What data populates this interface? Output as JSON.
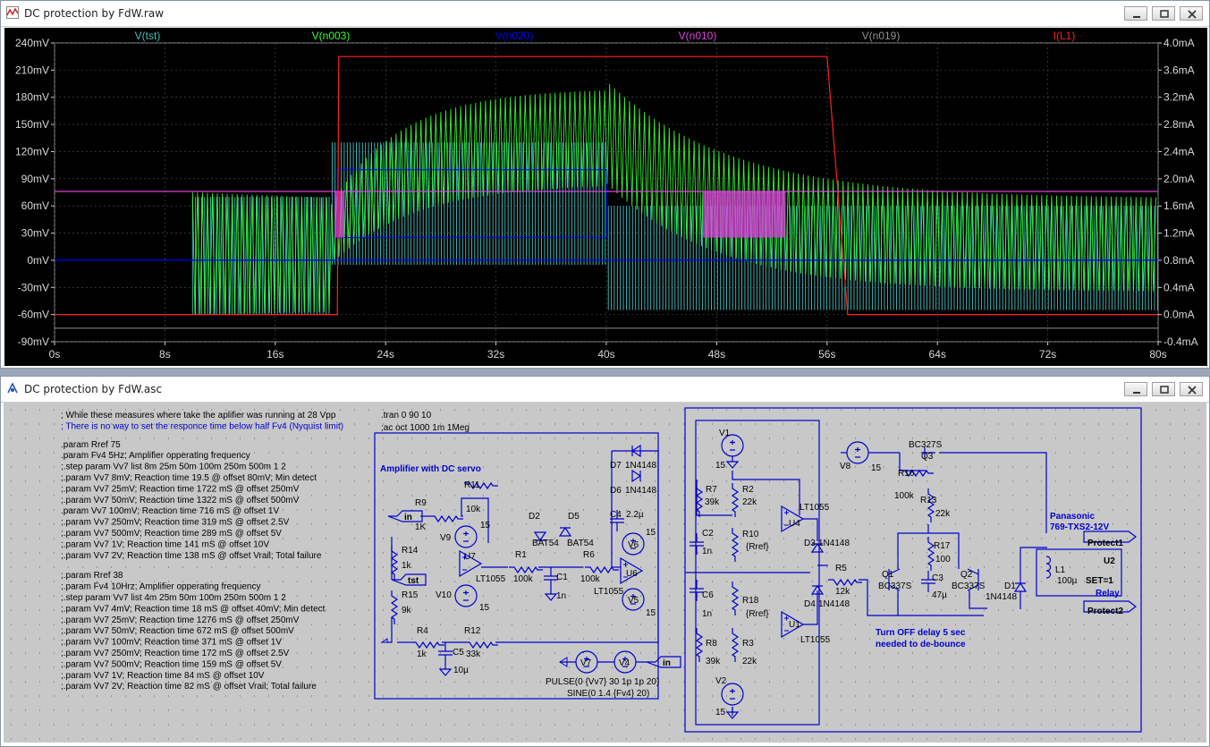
{
  "waveform_window": {
    "title": "DC protection by FdW.raw",
    "icon": "waveform-icon",
    "buttons": {
      "minimize": "minimize-icon",
      "restore": "restore-icon",
      "close": "close-icon"
    }
  },
  "schematic_window": {
    "title": "DC protection by FdW.asc",
    "icon": "schematic-icon",
    "buttons": {
      "minimize": "minimize-icon",
      "restore": "restore-icon",
      "close": "close-icon"
    }
  },
  "colors": {
    "plot_bg": "#000000",
    "grid": "#3a3a3a",
    "axis_text": "#d8d8d8",
    "schem_bg": "#c8c8c8",
    "wire": "#0000cc",
    "comment": "#000000",
    "directive": "#000088"
  },
  "chart_data": {
    "type": "line",
    "traces": [
      {
        "name": "V(tst)",
        "color": "#40c0c0"
      },
      {
        "name": "V(n003)",
        "color": "#30ff30"
      },
      {
        "name": "V(n020)",
        "color": "#0000ff"
      },
      {
        "name": "V(n010)",
        "color": "#e040e0"
      },
      {
        "name": "V(n019)",
        "color": "#909090"
      },
      {
        "name": "I(L1)",
        "color": "#ff2020"
      }
    ],
    "x_ticks": [
      "0s",
      "8s",
      "16s",
      "24s",
      "32s",
      "40s",
      "48s",
      "56s",
      "64s",
      "72s",
      "80s"
    ],
    "xlim": [
      0,
      80
    ],
    "y_left_ticks": [
      "240mV",
      "210mV",
      "180mV",
      "150mV",
      "120mV",
      "90mV",
      "60mV",
      "30mV",
      "0mV",
      "-30mV",
      "-60mV",
      "-90mV"
    ],
    "ylim_left": [
      -90,
      240
    ],
    "y_right_ticks": [
      "4.0mA",
      "3.6mA",
      "3.2mA",
      "2.8mA",
      "2.4mA",
      "2.0mA",
      "1.6mA",
      "1.2mA",
      "0.8mA",
      "0.4mA",
      "0.0mA",
      "-0.4mA"
    ],
    "ylim_right": [
      -0.4,
      4.0
    ],
    "series_data": {
      "I(L1)": {
        "x": [
          0,
          20.5,
          20.6,
          56,
          57.5,
          80
        ],
        "y": [
          0,
          0,
          3.8,
          3.8,
          0,
          0
        ]
      },
      "V(n010)": {
        "x": [
          0,
          80
        ],
        "y": [
          76,
          76
        ]
      },
      "V(n020)": {
        "x": [
          0,
          80
        ],
        "y": [
          0,
          0
        ]
      }
    }
  },
  "schematic": {
    "comments": [
      "; While these measures where take the aplifier was running at 28 Vpp",
      "; There is no way to set the responce time below half Fv4 (Nyquist limit)",
      ".param Rref 75",
      ".param Fv4 5Hz; Amplifier opperating frequency",
      ";.step param Vv7 list 8m 25m 50m 100m 250m 500m 1 2",
      ";.param Vv7 8mV; Reaction time 19.5 @ offset 80mV; Min detect",
      ";.param Vv7 25mV; Reaction time 1722 mS @ offset 250mV",
      ";.param Vv7 50mV; Reaction time 1322 mS @ offset 500mV",
      ".param Vv7 100mV; Reaction time 716 mS @ offset 1V",
      ";.param Vv7 250mV; Reaction time 319 mS @ offset 2.5V",
      ";.param Vv7 500mV; Reaction time 289 mS @ offset 5V",
      ";.param Vv7 1V; Reaction time 141 mS @ offset 10V",
      ";.param Vv7 2V; Reaction time 138 mS @ offset Vrail; Total failure",
      ";.param Rref 38",
      ";.param Fv4 10Hrz; Amplifier opperating frequency",
      ";.step param Vv7 list 4m 25m 50m 100m 250m 500m 1 2",
      ";.param Vv7 4mV; Reaction time 18 mS @ offset 40mV; Min detect",
      ";.param Vv7 25mV; Reaction time 1276 mS @ offset 250mV",
      ";.param Vv7 50mV; Reaction time 672 mS @ offset 500mV",
      ";.param Vv7 100mV; Reaction time 371 mS @ offset 1V",
      ";.param Vv7 250mV; Reaction time 172 mS @ offset 2.5V",
      ";.param Vv7 500mV; Reaction time 159 mS @ offset 5V",
      ";.param Vv7 1V; Reaction time 84 mS @ offset 10V",
      ";.param Vv7 2V; Reaction time 82 mS @ offset Vrail; Total failure"
    ],
    "directives": [
      ".tran 0 90 10",
      ";ac oct 1000 1m 1Meg"
    ],
    "labels": {
      "amp": "Amplifier with DC servo",
      "pulse": "PULSE(0 {Vv7} 30 1p 1p 20)",
      "sine": "SINE(0 1.4 {Fv4} 20)",
      "delay1": "Turn OFF delay 5 sec",
      "delay2": "needed to de-bounce",
      "relay1": "Panasonic",
      "relay2": "769-TXS2-12V",
      "relay3": "Relay",
      "protect1": "Protect1",
      "protect2": "Protect2",
      "in1": "in",
      "in2": "in",
      "tst": "tst",
      "set": "SET=1",
      "u2": "U2"
    },
    "parts": {
      "R11": "R11",
      "R11v": "10k",
      "R9": "R9",
      "R9v": "1K",
      "R14": "R14",
      "R14v": "1k",
      "R15": "R15",
      "R15v": "9k",
      "R4": "R4",
      "R4v": "1k",
      "R12": "R12",
      "R12v": "33k",
      "C5": "C5",
      "C5v": "10µ",
      "V9": "V9",
      "V9v": "15",
      "V10": "V10",
      "V10v": "15",
      "U7": "U7",
      "U7v": "LT1055",
      "R1": "R1",
      "R1v": "100k",
      "D2": "D2",
      "D2v": "BAT54",
      "D5": "D5",
      "D5v": "BAT54",
      "C1": "C1",
      "C1v": "1n",
      "R6": "R6",
      "R6v": "100k",
      "D7": "D7",
      "D7v": "1N4148",
      "D6": "D6",
      "D6v": "1N4148",
      "C4": "C4",
      "C4v": "2.2µ",
      "V6": "V6",
      "V6v": "15",
      "V5": "V5",
      "V5v": "15",
      "U6": "U6",
      "U6v": "LT1055",
      "V7": "V7",
      "V4": "V4",
      "V1": "V1",
      "V1v": "15",
      "R7": "R7",
      "R7v": "39k",
      "R2": "R2",
      "R2v": "22k",
      "C2": "C2",
      "C2v": "1n",
      "R10": "R10",
      "R10v": "{Rref}",
      "U4": "U4",
      "U4v": "LT1055",
      "C6": "C6",
      "C6v": "1n",
      "R18": "R18",
      "R18v": "{Rref}",
      "U1": "U1",
      "U1v": "LT1055",
      "R8": "R8",
      "R8v": "39k",
      "R3": "R3",
      "R3v": "22k",
      "V2": "V2",
      "V2v": "15",
      "D3": "D3",
      "D3v": "1N4148",
      "D4": "D4",
      "D4v": "1N4148",
      "R5": "R5",
      "R5v": "12k",
      "V8": "V8",
      "V8v": "15",
      "R16": "R16",
      "R16v": "100k",
      "Q3": "Q3",
      "Q3v": "BC327S",
      "R13": "R13",
      "R13v": "22k",
      "R17": "R17",
      "R17v": "100",
      "C3": "C3",
      "C3v": "47µ",
      "Q1": "Q1",
      "Q1v": "BC337S",
      "Q2": "Q2",
      "Q2v": "BC337S",
      "D1": "D1",
      "D1v": "1N4148",
      "L1": "L1",
      "L1v": "100µ"
    }
  }
}
